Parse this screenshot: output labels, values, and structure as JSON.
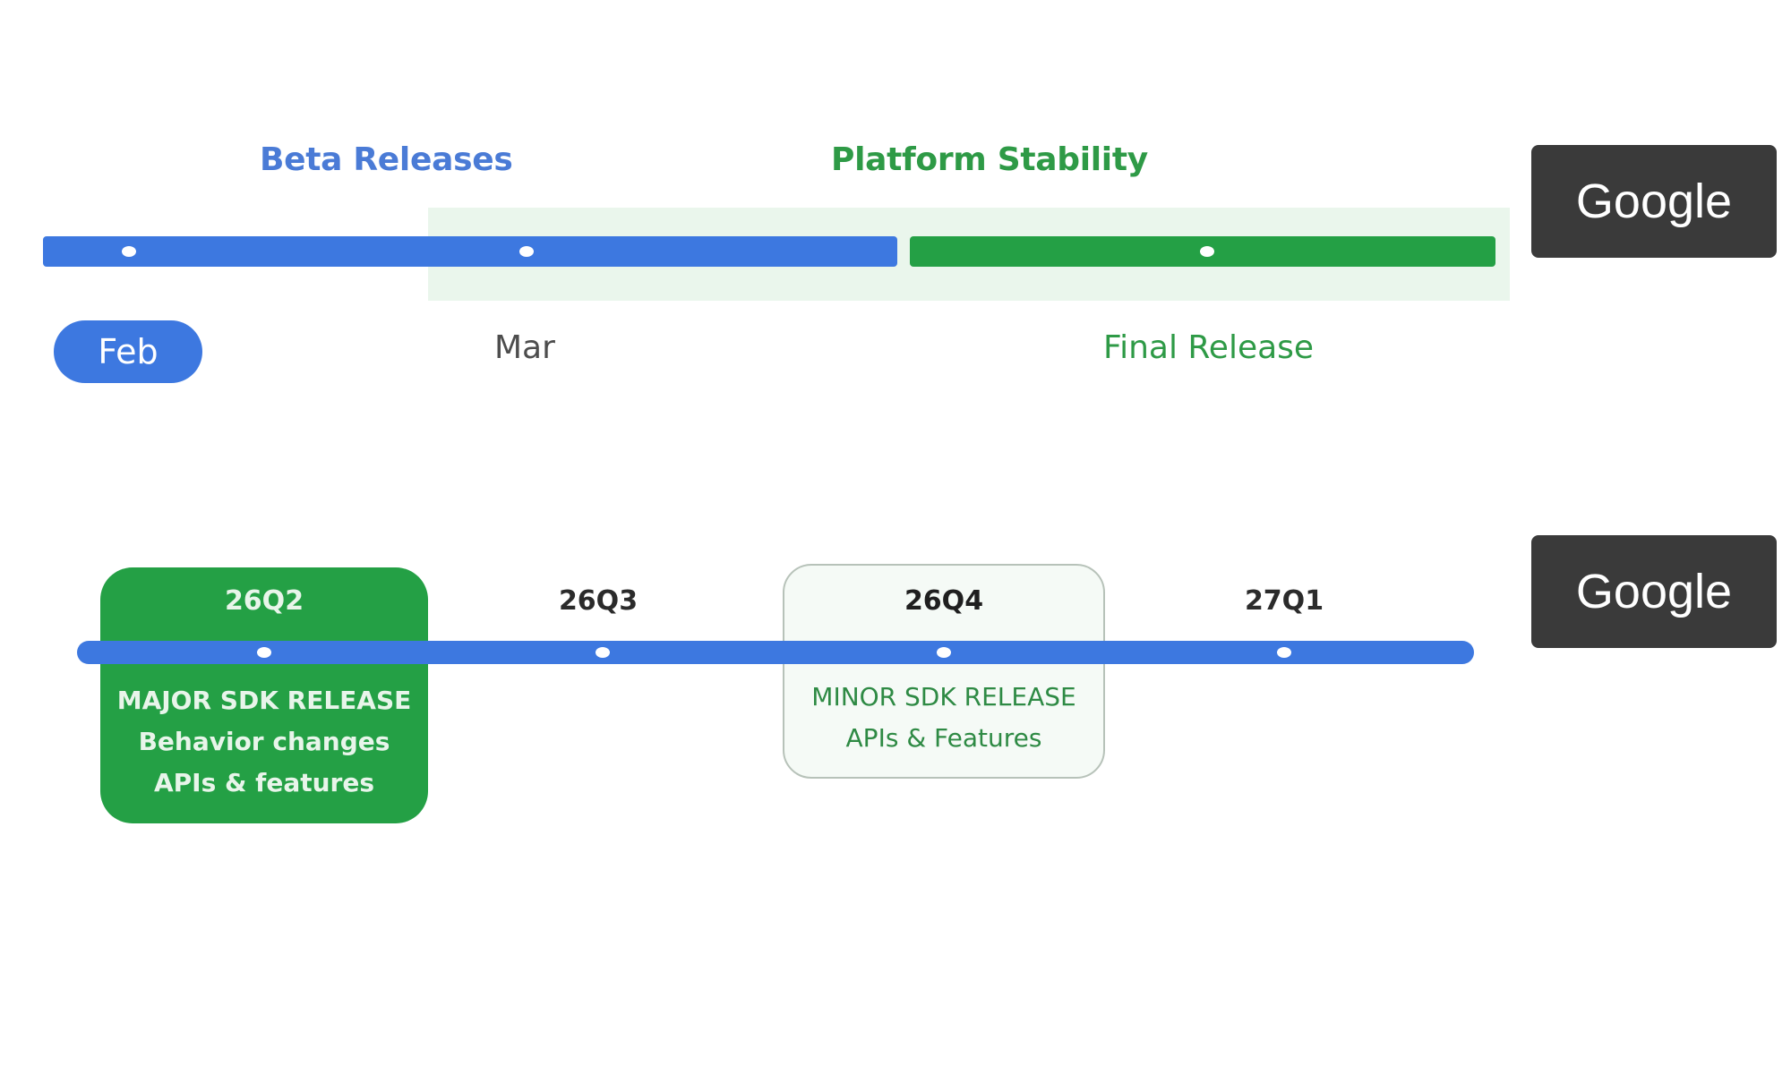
{
  "top_timeline": {
    "phase_beta": "Beta Releases",
    "phase_stability": "Platform Stability",
    "milestones": {
      "feb": "Feb",
      "mar": "Mar",
      "final": "Final Release"
    }
  },
  "badges": {
    "top": "Google",
    "bottom": "Google"
  },
  "bottom_timeline": {
    "quarters": [
      "26Q2",
      "26Q3",
      "26Q4",
      "27Q1"
    ],
    "major": {
      "title": "MAJOR SDK RELEASE",
      "line1": "Behavior changes",
      "line2": "APIs & features"
    },
    "minor": {
      "title": "MINOR SDK RELEASE",
      "line1": "APIs & Features"
    }
  },
  "colors": {
    "blue": "#3d78e0",
    "green": "#24a045",
    "light_green": "#eaf6ec",
    "badge": "#3a3a3a"
  }
}
